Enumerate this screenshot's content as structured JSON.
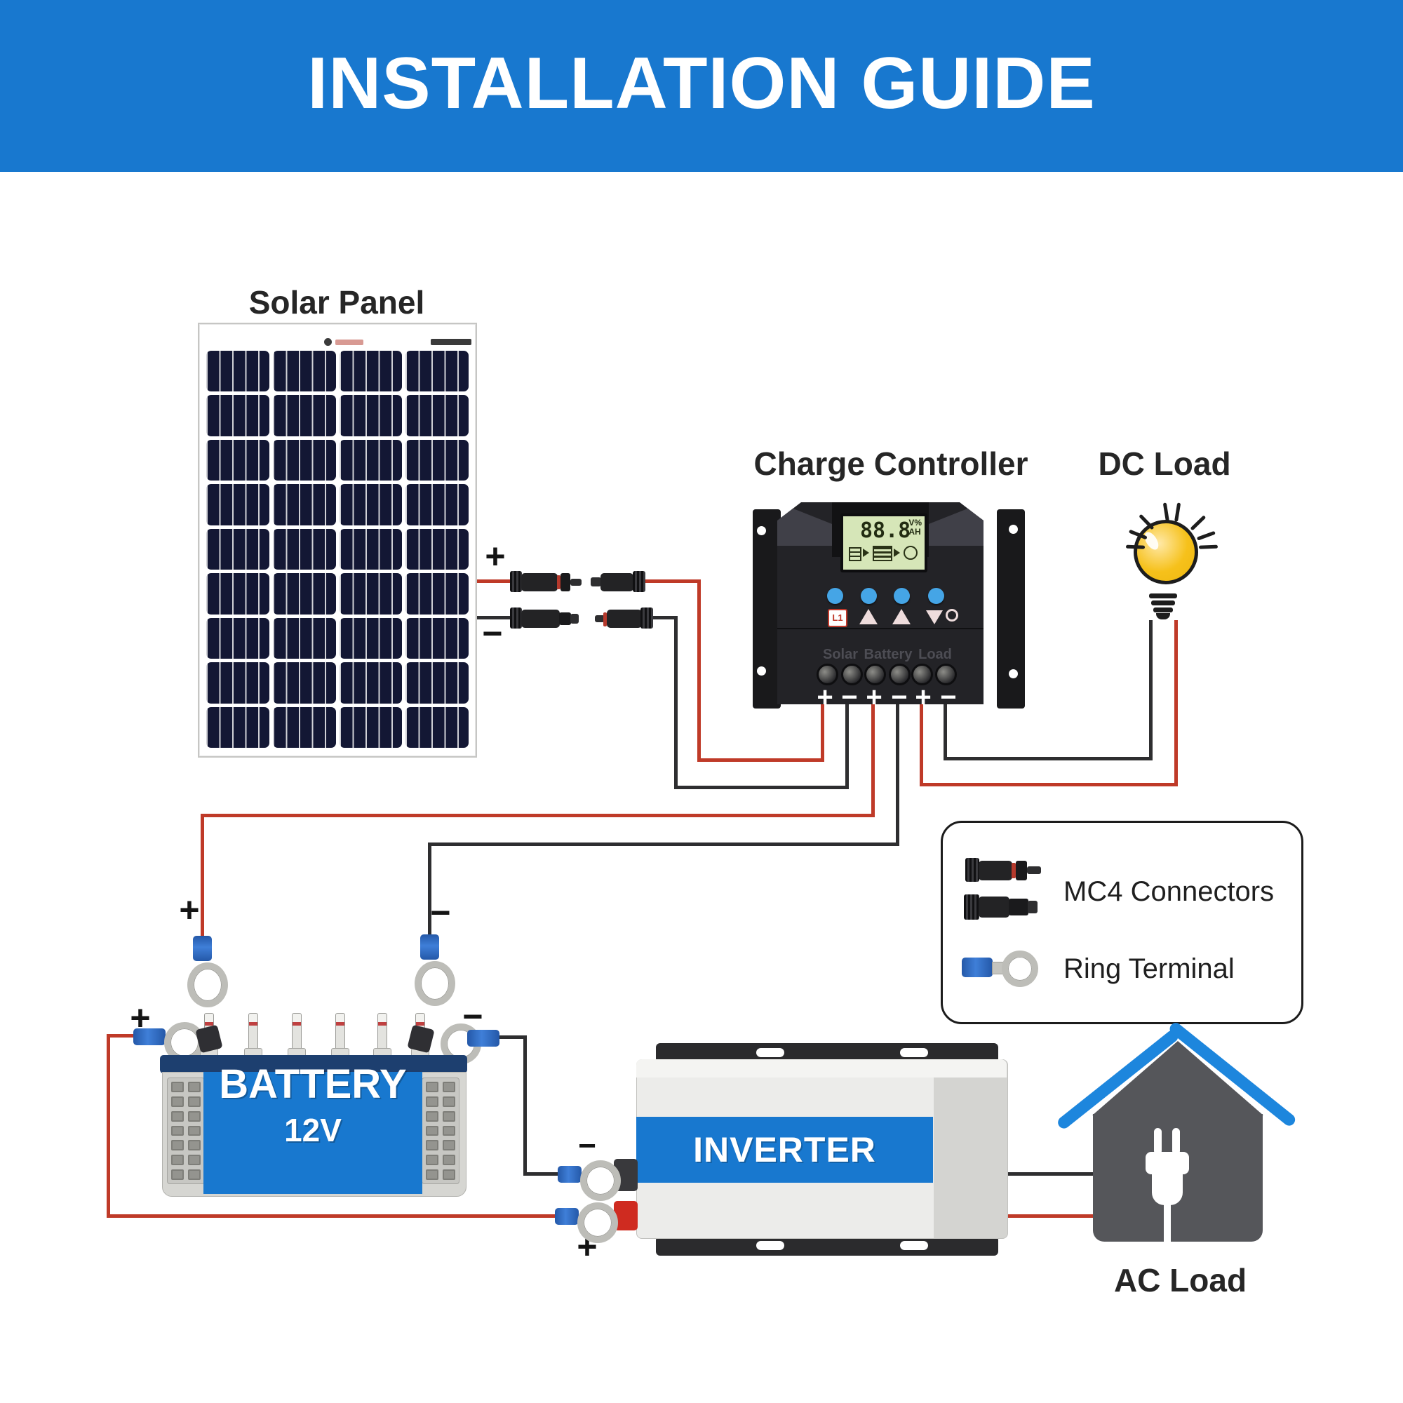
{
  "banner": {
    "title": "INSTALLATION GUIDE"
  },
  "marks": {
    "plus": "+",
    "minus": "−"
  },
  "solar_panel": {
    "label": "Solar Panel"
  },
  "charge_controller": {
    "label": "Charge Controller",
    "screen": {
      "value": "88.8",
      "unit_top": "V%",
      "unit_bottom": "AH"
    },
    "mode_button_label": "L1",
    "ports": [
      {
        "label": "Solar"
      },
      {
        "label": "Battery"
      },
      {
        "label": "Load"
      }
    ],
    "terminal_marks": [
      "+",
      "−",
      "+",
      "−",
      "+",
      "−"
    ]
  },
  "dc_load": {
    "label": "DC Load"
  },
  "legend": {
    "items": [
      {
        "label": "MC4 Connectors"
      },
      {
        "label": "Ring Terminal"
      }
    ]
  },
  "battery": {
    "name": "BATTERY",
    "voltage": "12V"
  },
  "inverter": {
    "label": "INVERTER"
  },
  "ac_load": {
    "label": "AC Load"
  },
  "colors": {
    "accent_blue": "#1878cf",
    "roof_blue": "#1d86dd",
    "wire_red": "#bf3a28",
    "wire_black": "#2e2e30",
    "bulb_yellow": "#f6c11b",
    "house_gray": "#55565a",
    "lcd_green": "#d6e6b8"
  }
}
